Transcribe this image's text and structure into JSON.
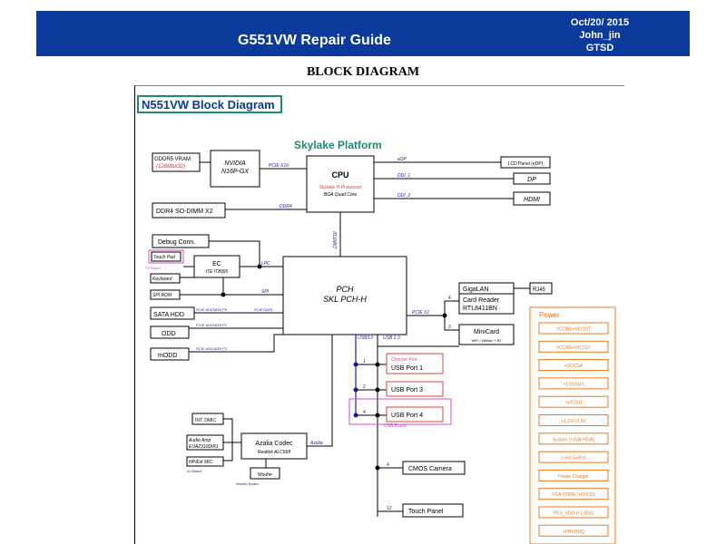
{
  "header": {
    "title": "G551VW Repair Guide",
    "date": "Oct/20/ 2015",
    "author": "John_jin",
    "dept": "GTSD"
  },
  "subtitle": "BLOCK DIAGRAM",
  "diagram": {
    "title": "N551VW Block Diagram",
    "platform": "Skylake Platform",
    "blocks": {
      "gddr5": "GDDR5 VRAM",
      "gddr5_size": "(128Mbx32)",
      "nvidia": "NVIDIA",
      "nvidia_model": "N16P-GX",
      "cpu": "CPU",
      "cpu_proc": "Skylake H-Processor",
      "cpu_pkg": "BGA Quad Core",
      "ddr4": "DDR4 SO-DIMM X2",
      "lcd": "LCD Panel (eDP)",
      "dp": "DP",
      "hdmi": "HDMI",
      "debug": "Debug Conn.",
      "touchpad": "Touch Pad",
      "touchpad_sub": "TP Board",
      "ec": "EC",
      "ec_model": "ITE IT8995",
      "keyboard": "Keyboard",
      "spi_rom": "SPI ROM",
      "pch": "PCH",
      "pch_model": "SKL PCH-H",
      "sata_hdd": "SATA HDD",
      "odd": "ODD",
      "modd": "mODD",
      "gigalan": "GigaLAN",
      "card_reader": "Card Reader",
      "card_reader_model": "RTL8411BN",
      "rj45": "RJ45",
      "minicard": "MiniCard",
      "minicard_sub": "WiFi / WiMax + BT",
      "charger_port": "Charger Port",
      "usb1": "USB Port 1",
      "usb3": "USB Port 3",
      "usb4": "USB Port 4",
      "usb_board": "USB Board",
      "int_dmic": "INT. DMIC",
      "audio_amp": "Audio Amp",
      "audio_amp_model": "EUA2310DIR1",
      "hp_mic": "HP/Ext MIC",
      "io_board": "IO Board",
      "azalia": "Azalia Codec",
      "azalia_model": "Realtek ALC668",
      "woofer": "Woofer",
      "woofer_board": "Woofer Board",
      "cmos": "CMOS Camera",
      "touch_panel": "Touch Panel"
    },
    "buses": {
      "pcie_x16": "PCIE X16",
      "ddr4": "DDR4",
      "edp": "eDP",
      "ddi1": "DDI_1",
      "ddi2": "DDI_2",
      "dmi": "DMI/FDI",
      "lpc": "LPC",
      "spi": "SPI",
      "pcie_sata_p0": "PCIE #13/SATA P0",
      "pcie_sata": "PCIE/SATA",
      "pcie_sata_p1": "PCIE #14/SATA P1",
      "pcie_sata_p3": "PCIE #15/SATA P3",
      "pcie_x1": "PCIE X1",
      "usb30": "USB3.0",
      "usb20": "USB 2.0",
      "azalia": "Azalia"
    },
    "power": {
      "title": "Power",
      "items": [
        "VCORE+VCCGT",
        "VCORE+VCCGT",
        "+VCCSA",
        "+1.0VSUS",
        "+VCCIO",
        "+1.2V/+2.5V",
        "System (+3VA/+5VA)",
        "Load Switch",
        "Power Charger",
        "VGA CORE (+NVDD)",
        "PEX_VDD (+1.05V)",
        "+FBVDDQ"
      ]
    },
    "colors": {
      "header_bg": "#0a3a9c",
      "title_border": "#1f8a78",
      "platform": "#1f8a78",
      "bus_blue": "#1a1aa8",
      "highlight_magenta": "#d050c8",
      "highlight_red": "#d84040",
      "power_orange": "#f07818"
    }
  }
}
